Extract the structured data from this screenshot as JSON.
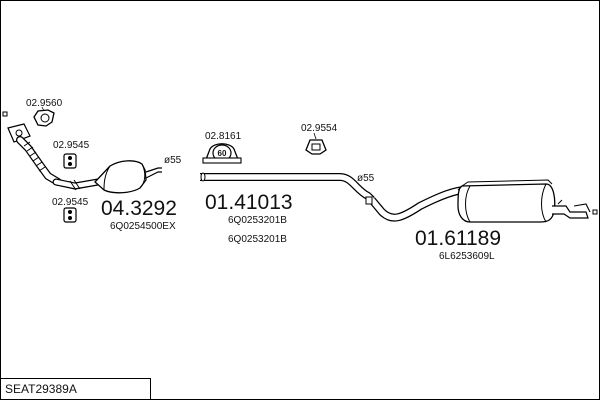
{
  "diagram": {
    "title": "SEAT29389A",
    "parts": [
      {
        "id": "clamp1",
        "code": "02.9560"
      },
      {
        "id": "hanger1",
        "code": "02.9545"
      },
      {
        "id": "hanger2",
        "code": "02.9545"
      },
      {
        "id": "catalyst",
        "code": "04.3292",
        "oem": "6Q0254500EX",
        "pipe_diameter": "ø55"
      },
      {
        "id": "clamp2",
        "code": "02.8161",
        "inner_label": "60"
      },
      {
        "id": "midpipe",
        "code": "01.41013",
        "oem1": "6Q0253201B",
        "oem2": "6Q0253201B"
      },
      {
        "id": "hanger3",
        "code": "02.9554"
      },
      {
        "id": "rear",
        "code": "01.61189",
        "oem": "6L6253609L",
        "pipe_diameter": "ø55"
      }
    ]
  }
}
